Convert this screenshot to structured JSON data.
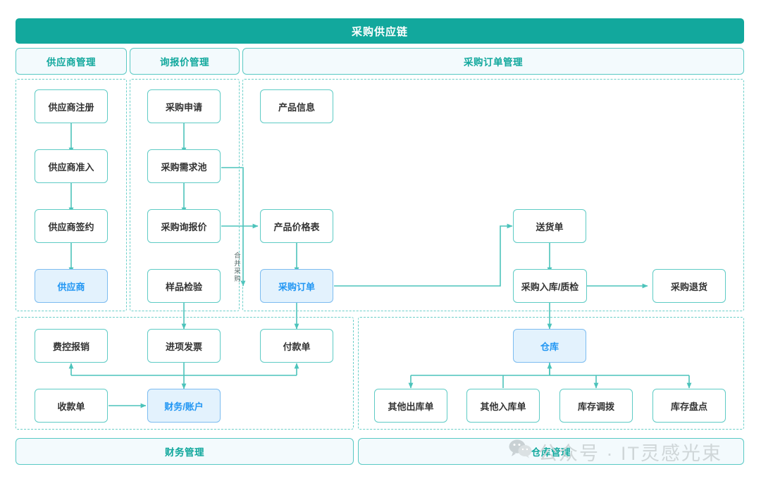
{
  "title": "采购供应链",
  "theme": {
    "accent": "#12a89d",
    "line": "#4cc3bb",
    "box_border": "#5ecbc5",
    "highlight_bg": "#e3f2fd",
    "highlight_border": "#7cbcf0",
    "highlight_text": "#2196f3",
    "header_bg": "#f3fafd",
    "text": "#333333"
  },
  "sections": {
    "top": [
      {
        "id": "supplier-mgmt",
        "label": "供应商管理"
      },
      {
        "id": "rfq-mgmt",
        "label": "询报价管理"
      },
      {
        "id": "po-mgmt",
        "label": "采购订单管理"
      }
    ],
    "bottom": [
      {
        "id": "finance-mgmt",
        "label": "财务管理"
      },
      {
        "id": "warehouse-mgmt",
        "label": "仓库管理"
      }
    ]
  },
  "nodes": {
    "supplier_register": {
      "label": "供应商注册",
      "highlight": false
    },
    "supplier_access": {
      "label": "供应商准入",
      "highlight": false
    },
    "supplier_contract": {
      "label": "供应商签约",
      "highlight": false
    },
    "supplier": {
      "label": "供应商",
      "highlight": true
    },
    "purchase_request": {
      "label": "采购申请",
      "highlight": false
    },
    "demand_pool": {
      "label": "采购需求池",
      "highlight": false
    },
    "purchase_rfq": {
      "label": "采购询报价",
      "highlight": false
    },
    "sample_inspect": {
      "label": "样品检验",
      "highlight": false
    },
    "product_info": {
      "label": "产品信息",
      "highlight": false
    },
    "price_list": {
      "label": "产品价格表",
      "highlight": false
    },
    "purchase_order": {
      "label": "采购订单",
      "highlight": true
    },
    "delivery_note": {
      "label": "送货单",
      "highlight": false
    },
    "receipt_qc": {
      "label": "采购入库/质检",
      "highlight": false
    },
    "purchase_return": {
      "label": "采购退货",
      "highlight": false
    },
    "expense_claim": {
      "label": "费控报销",
      "highlight": false
    },
    "input_invoice": {
      "label": "进项发票",
      "highlight": false
    },
    "payment_voucher": {
      "label": "付款单",
      "highlight": false
    },
    "receipt_voucher": {
      "label": "收款单",
      "highlight": false
    },
    "finance_account": {
      "label": "财务/账户",
      "highlight": true
    },
    "warehouse": {
      "label": "仓库",
      "highlight": true
    },
    "other_outbound": {
      "label": "其他出库单",
      "highlight": false
    },
    "other_inbound": {
      "label": "其他入库单",
      "highlight": false
    },
    "stock_transfer": {
      "label": "库存调拨",
      "highlight": false
    },
    "stock_count": {
      "label": "库存盘点",
      "highlight": false
    }
  },
  "edge_labels": {
    "merge_purchase": "合并采购"
  },
  "watermark": {
    "text": "公众号 · IT灵感光束",
    "icon": "wechat-icon"
  }
}
